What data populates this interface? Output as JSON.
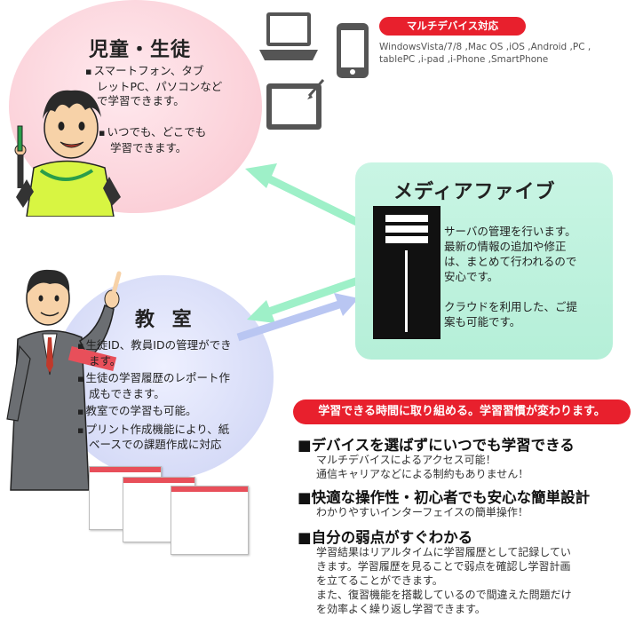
{
  "student": {
    "title": "児童・生徒",
    "bullet1": [
      "スマートフォン、タブ",
      "レットPC、パソコンなど",
      "で学習できます。"
    ],
    "bullet2": [
      "いつでも、どこでも",
      "学習できます。"
    ]
  },
  "devices": {
    "badge": "マルチデバイス対応",
    "lines": [
      "WindowsVista/7/8 ,Mac OS ,iOS ,Android ,PC ,",
      "tablePC ,i-pad ,i-Phone ,SmartPhone"
    ]
  },
  "mediafive": {
    "title": "メディアファイブ",
    "lines": [
      "サーバの管理を行います。",
      "最新の情報の追加や修正",
      "は、まとめて行われるので",
      "安心です。",
      "",
      "クラウドを利用した、ご提",
      "案も可能です。"
    ]
  },
  "classroom": {
    "title": "教 室",
    "items": [
      [
        "生徒ID、教員IDの管理ができ",
        "ます。"
      ],
      [
        "生徒の学習履歴のレポート作",
        "成もできます。"
      ],
      [
        "教室での学習も可能。"
      ],
      [
        "プリント作成機能により、紙",
        "ベースでの課題作成に対応"
      ]
    ]
  },
  "slogan": "学習できる時間に取り組める。学習習慣が変わります。",
  "features": [
    {
      "heading": "■デバイスを選ばずにいつでも学習できる",
      "lines": [
        "マルチデバイスによるアクセス可能！",
        "通信キャリアなどによる制約もありません！"
      ]
    },
    {
      "heading": "■快適な操作性・初心者でも安心な簡単設計",
      "lines": [
        "わかりやすいインターフェイスの簡単操作！"
      ]
    },
    {
      "heading": "■自分の弱点がすぐわかる",
      "lines": [
        "学習結果はリアルタイムに学習履歴として記録してい",
        "きます。学習履歴を見ることで弱点を確認し学習計画",
        "を立てることができます。",
        "また、復習機能を搭載しているので間違えた問題だけ",
        "を効率よく繰り返し学習できます。"
      ]
    }
  ],
  "colors": {
    "accent_red": "#e8202d",
    "mint": "#b5efd8",
    "pink": "#fbd0d8",
    "lavender": "#d6dbf7",
    "arrow_green": "#9ef0c8",
    "arrow_blue": "#b9c6f2"
  }
}
